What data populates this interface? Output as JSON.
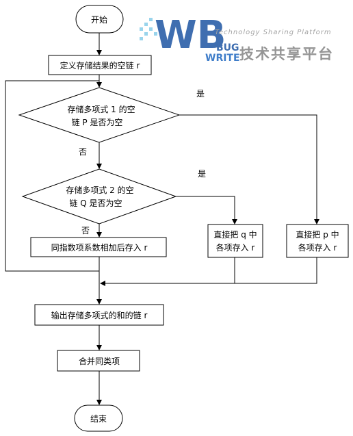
{
  "watermark": {
    "logo_letters": "WB",
    "logo_sub_top": "BUG",
    "logo_sub_bottom": "WRITE",
    "tagline": "Technology Sharing Platform",
    "cn_name": "技术共享平台"
  },
  "flowchart": {
    "start": "开始",
    "step_define": "定义存储结果的空链 r",
    "decision_p": [
      "存储多项式 1 的空",
      "链 P 是否为空"
    ],
    "decision_q": [
      "存储多项式 2 的空",
      "链 Q 是否为空"
    ],
    "step_add": "同指数项系数相加后存入 r",
    "step_copy_q": [
      "直接把 q 中",
      "各项存入 r"
    ],
    "step_copy_p": [
      "直接把 p 中",
      "各项存入 r"
    ],
    "step_output": "输出存储多项式的和的链 r",
    "step_merge": "合并同类项",
    "end": "结束",
    "yes_label_1": "是",
    "no_label_1": "否",
    "yes_label_2": "是",
    "no_label_2": "否"
  }
}
